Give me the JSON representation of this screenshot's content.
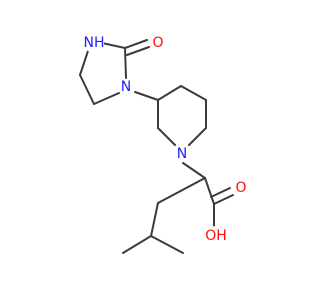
{
  "colors": {
    "background": "#ffffff",
    "bond": "#3b3b3b",
    "nitrogen": "#2020ff",
    "oxygen": "#ff0d0d"
  },
  "atoms": {
    "nh": "NH",
    "o_carbonyl_urea": "O",
    "n_imidazolidinone": "N",
    "n_piperidine": "N",
    "o_carbonyl_acid": "O",
    "oh": "OH"
  }
}
